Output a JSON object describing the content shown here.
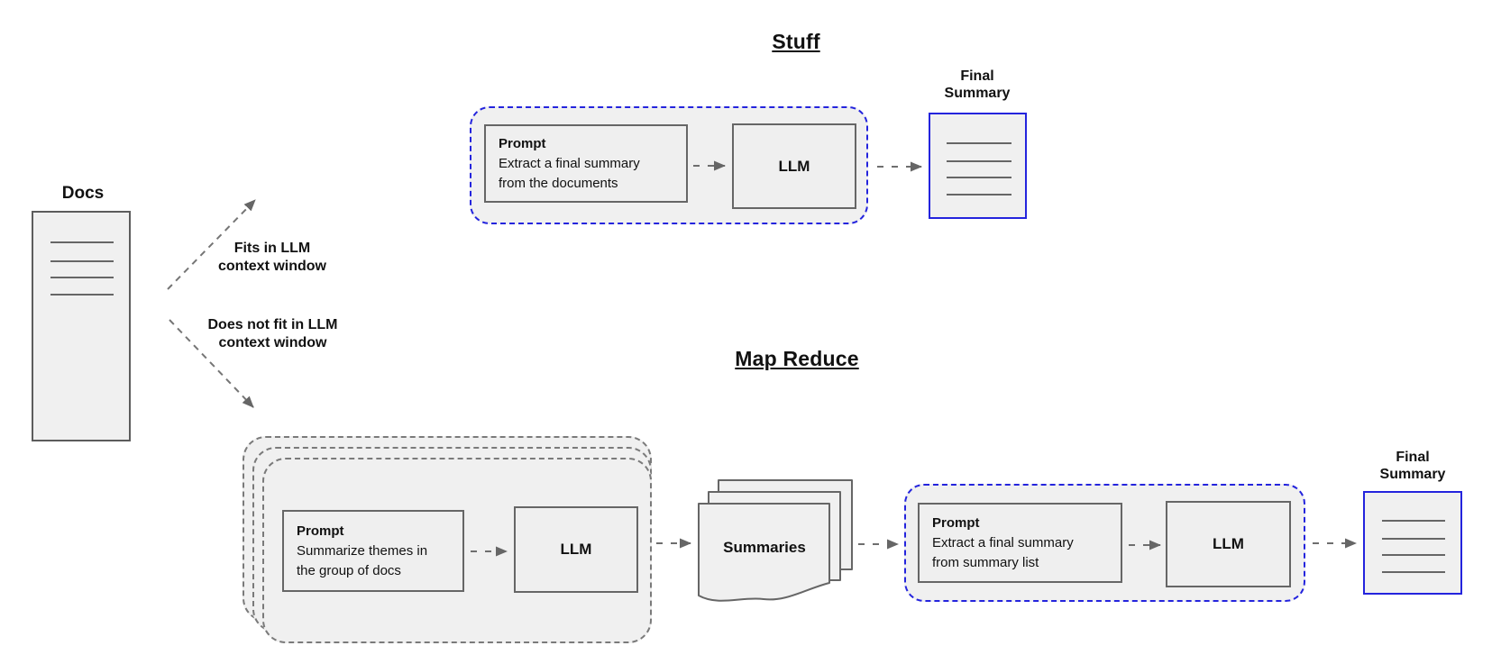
{
  "diagram": {
    "background": "#ffffff",
    "colors": {
      "accent_blue": "#2424dd",
      "shape_fill_gray": "#f0f0f0",
      "box_border_gray": "#666666",
      "arrow_gray": "#6e6e6e",
      "text": "#111111"
    }
  },
  "docs": {
    "label": "Docs"
  },
  "branch_labels": {
    "fits": [
      "Fits in LLM",
      "context window"
    ],
    "does_not_fit": [
      "Does not fit in LLM",
      "context window"
    ]
  },
  "stuff": {
    "title": "Stuff",
    "prompt_box": {
      "heading": "Prompt",
      "lines": [
        "Extract a final summary",
        "from the documents"
      ]
    },
    "llm_label": "LLM",
    "output_label": [
      "Final",
      "Summary"
    ]
  },
  "map_reduce": {
    "title": "Map Reduce",
    "map_prompt_box": {
      "heading": "Prompt",
      "lines": [
        "Summarize themes in",
        "the group of docs"
      ]
    },
    "map_llm_label": "LLM",
    "summaries_label": "Summaries",
    "reduce_prompt_box": {
      "heading": "Prompt",
      "lines": [
        "Extract a final summary",
        "from summary list"
      ]
    },
    "reduce_llm_label": "LLM",
    "output_label": [
      "Final",
      "Summary"
    ]
  }
}
